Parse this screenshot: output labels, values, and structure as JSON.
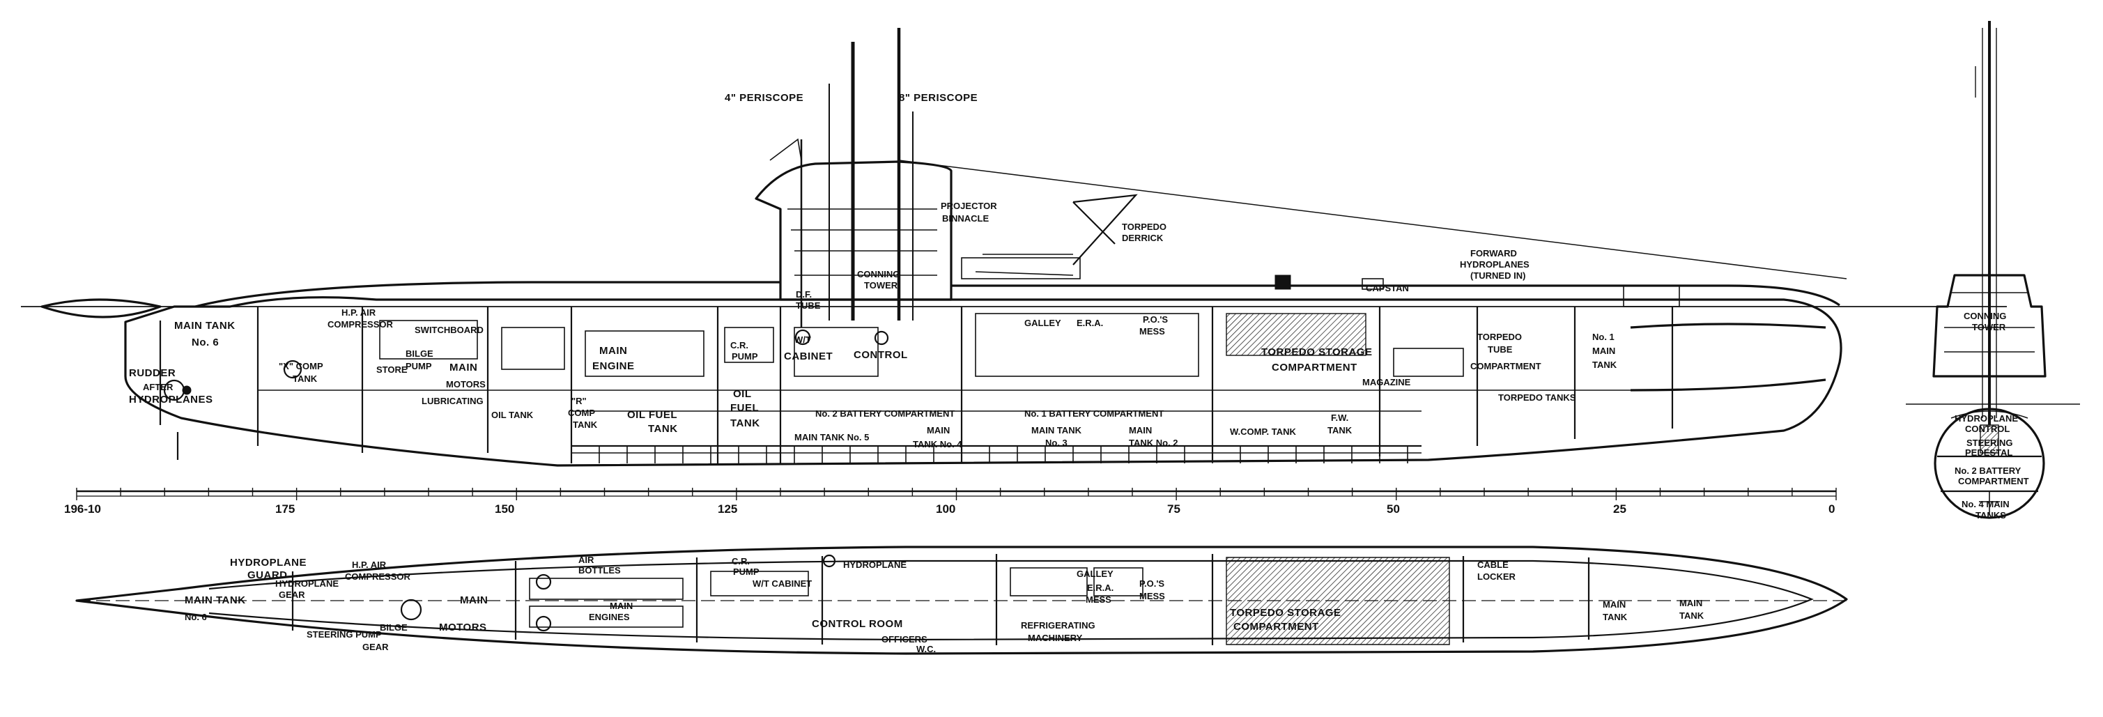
{
  "side_view": {
    "periscopes": [
      "4\" PERISCOPE",
      "8\" PERISCOPE"
    ],
    "labels": [
      "MAIN TANK",
      "No. 6",
      "H.P. AIR",
      "COMPRESSOR",
      "SWITCHBOARD",
      "RUDDER",
      "AFTER",
      "HYDROPLANES",
      "\"X\" COMP",
      "TANK",
      "STORE",
      "BILGE",
      "PUMP",
      "MAIN",
      "MOTORS",
      "MAIN",
      "ENGINE",
      "LUBRICATING",
      "OIL TANK",
      "\"R\"",
      "COMP",
      "TANK",
      "OIL FUEL",
      "TANK",
      "OIL",
      "FUEL",
      "TANK",
      "C.R.",
      "PUMP",
      "W/T",
      "CABINET",
      "CONTROL",
      "CONNING",
      "TOWER",
      "D.F.",
      "TUBE",
      "PROJECTOR",
      "BINNACLE",
      "TORPEDO",
      "DERRICK",
      "GALLEY",
      "E.R.A.",
      "P.O.'S",
      "MESS",
      "No. 2 BATTERY COMPARTMENT",
      "No. 1 BATTERY COMPARTMENT",
      "MAIN TANK No. 5",
      "MAIN",
      "TANK No. 4",
      "MAIN TANK",
      "No. 3",
      "MAIN",
      "TANK No. 2",
      "TORPEDO STORAGE",
      "COMPARTMENT",
      "MAGAZINE",
      "W.COMP. TANK",
      "F.W.",
      "TANK",
      "CAPSTAN",
      "FORWARD",
      "HYDROPLANES",
      "(TURNED IN)",
      "TORPEDO",
      "TUBE",
      "COMPARTMENT",
      "TORPEDO TANKS",
      "No. 1",
      "MAIN",
      "TANK"
    ]
  },
  "scale": {
    "ticks": [
      "196-10",
      "175",
      "150",
      "125",
      "100",
      "75",
      "50",
      "25",
      "0"
    ]
  },
  "plan_view": {
    "labels": [
      "HYDROPLANE",
      "GUARD",
      "H.P. AIR",
      "COMPRESSOR",
      "MAIN TANK",
      "No. 6",
      "HYDROPLANE",
      "GEAR",
      "STEERING PUMP",
      "GEAR",
      "BILGE",
      "MOTORS",
      "MAIN",
      "AIR",
      "BOTTLES",
      "MAIN",
      "ENGINES",
      "C.R.",
      "PUMP",
      "W/T CABINET",
      "HYDROPLANE",
      "CONTROL ROOM",
      "GALLEY",
      "E.R.A.",
      "MESS",
      "P.O.'S",
      "MESS",
      "REFRIGERATING",
      "MACHINERY",
      "OFFICERS",
      "W.C.",
      "TORPEDO STORAGE",
      "COMPARTMENT",
      "CABLE",
      "LOCKER",
      "MAIN",
      "TANK",
      "MAIN",
      "TANK"
    ]
  },
  "section_view": {
    "labels": [
      "CONNING",
      "TOWER",
      "HYDROPLANE",
      "CONTROL",
      "STEERING",
      "PEDESTAL",
      "No. 2 BATTERY",
      "COMPARTMENT",
      "No. 4 MAIN",
      "TANKS"
    ]
  }
}
